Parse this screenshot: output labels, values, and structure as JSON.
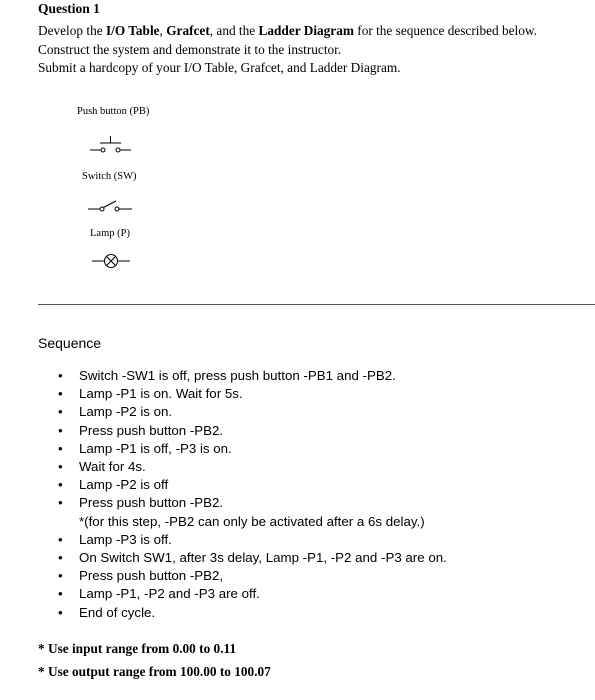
{
  "question": {
    "title": "Question 1"
  },
  "intro": {
    "line1": {
      "part1": "Develop the ",
      "bold1": "I/O Table",
      "part2": ", ",
      "bold2": "Grafcet",
      "part3": ", and the ",
      "bold3": "Ladder Diagram",
      "part4": " for the sequence described below."
    },
    "line2": "Construct the system and demonstrate it to the instructor.",
    "line3": "Submit a hardcopy of your I/O Table, Grafcet, and Ladder Diagram."
  },
  "symbols": {
    "push_button": "Push button (PB)",
    "switch": "Switch (SW)",
    "lamp": "Lamp (P)"
  },
  "sequence": {
    "heading": "Sequence",
    "items": [
      "Switch -SW1 is off, press push button -PB1 and -PB2.",
      "Lamp -P1 is on. Wait for 5s.",
      "Lamp -P2 is on.",
      "Press push button -PB2.",
      "Lamp -P1 is off, -P3 is on.",
      "Wait for 4s.",
      "Lamp -P2 is off",
      "Press push button -PB2.",
      "Lamp -P3 is off.",
      "On Switch SW1, after 3s delay, Lamp -P1, -P2 and -P3 are on.",
      "Press push button -PB2,",
      "Lamp -P1, -P2 and -P3 are off.",
      "End of cycle."
    ],
    "note": "*(for this step, -PB2 can only be activated after a 6s delay.)",
    "bullet": "•"
  },
  "footnotes": {
    "input_range": "* Use input range from 0.00 to 0.11",
    "output_range": "* Use output range from 100.00 to 100.07"
  }
}
